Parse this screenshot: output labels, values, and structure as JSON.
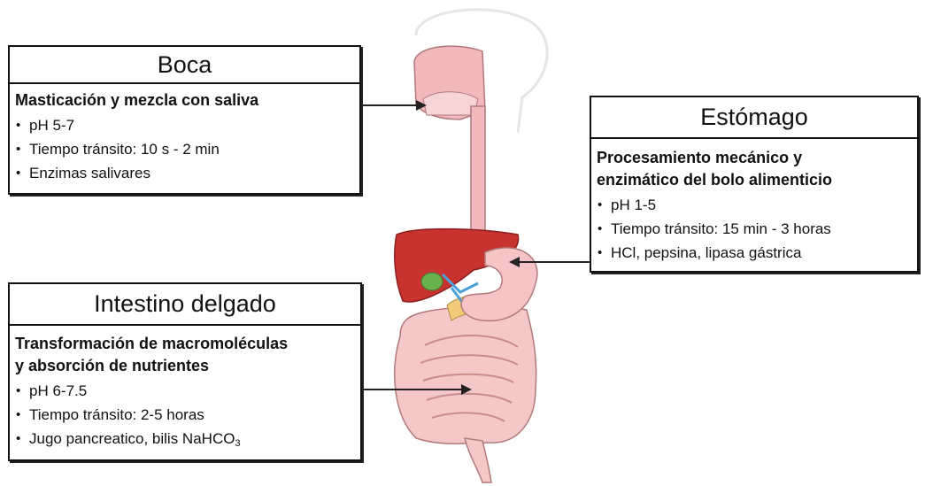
{
  "boxes": {
    "boca": {
      "title": "Boca",
      "subtitle": "Masticación y mezcla  con saliva",
      "items": [
        "pH 5-7",
        "Tiempo tránsito: 10 s - 2 min",
        "Enzimas salivares"
      ]
    },
    "estomago": {
      "title": "Estómago",
      "subtitle_line1": "Procesamiento mecánico y",
      "subtitle_line2": "enzimático del bolo alimenticio",
      "items": [
        "pH 1-5",
        "Tiempo tránsito: 15 min - 3 horas",
        "HCl, pepsina, lipasa gástrica"
      ]
    },
    "intestino": {
      "title": "Intestino delgado",
      "subtitle_line1": "Transformación de macromoléculas",
      "subtitle_line2": "y absorción de nutrientes",
      "items": [
        "pH 6-7.5",
        "Tiempo tránsito: 2-5 horas"
      ],
      "item3_text": "Jugo pancreatico, bilis NaHCO",
      "item3_sub": "3"
    }
  },
  "colors": {
    "esophagus": "#f2b8bd",
    "liver": "#c8322f",
    "stomach": "#f6c4c6",
    "intestine": "#f4c8c8",
    "gallbladder": "#6ab04c",
    "outline": "#b07a7a"
  }
}
